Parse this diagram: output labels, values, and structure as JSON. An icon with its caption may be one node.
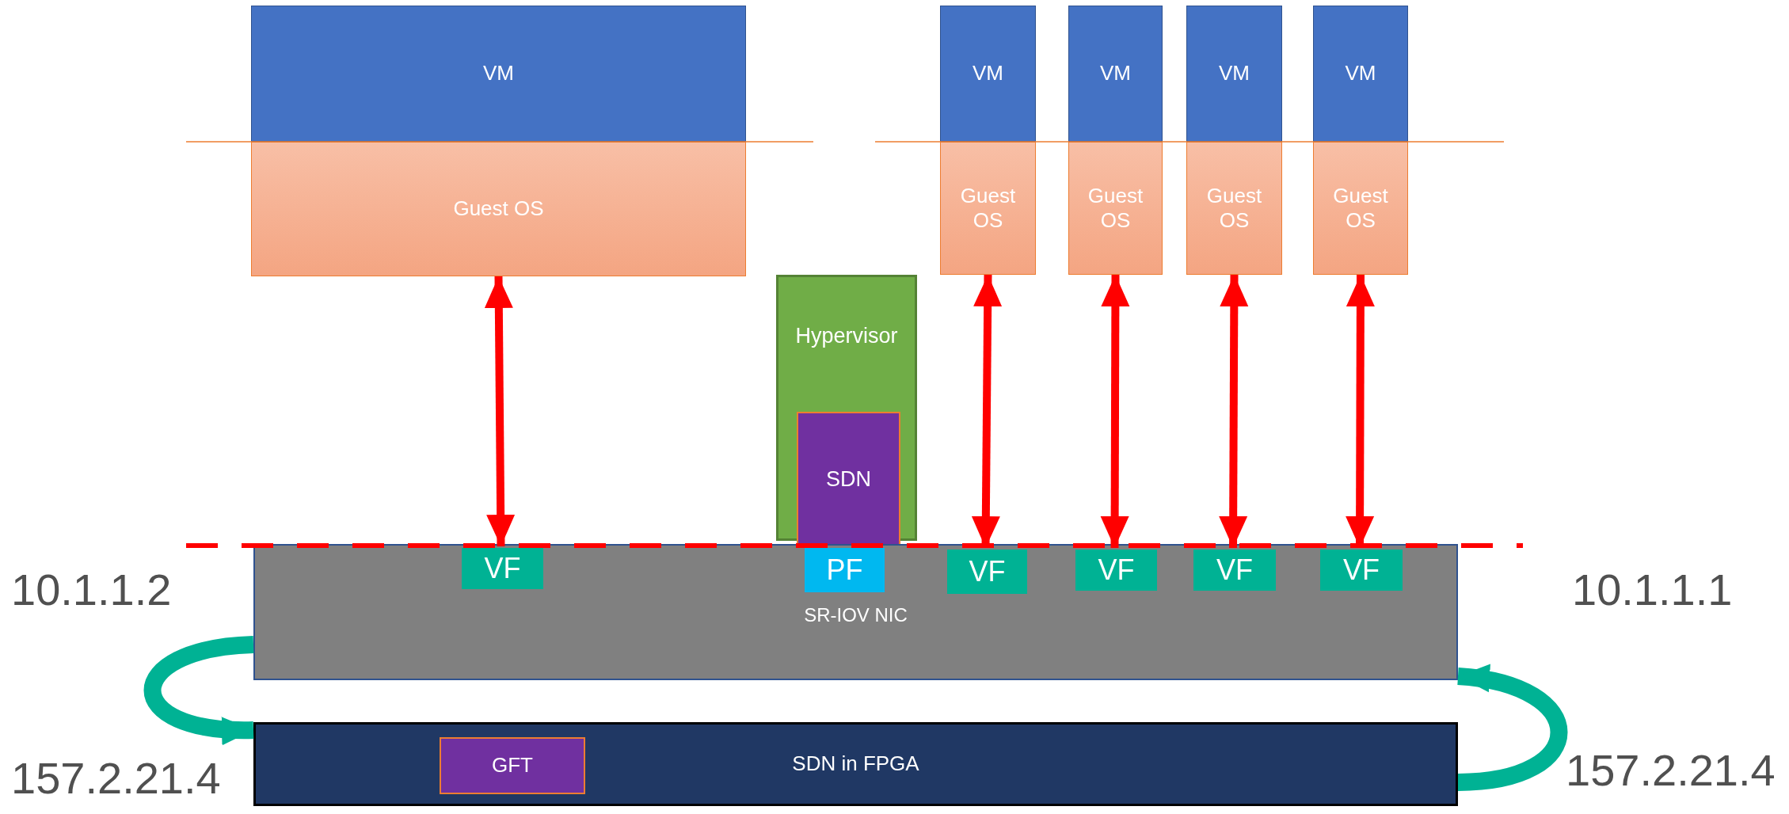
{
  "diagram": {
    "nodes": [
      {
        "text": [
          "VM"
        ]
      },
      {
        "text": [
          "Guest OS"
        ]
      },
      {
        "text": [
          "VM"
        ]
      },
      {
        "text": [
          "VM"
        ]
      },
      {
        "text": [
          "VM"
        ]
      },
      {
        "text": [
          "VM"
        ]
      },
      {
        "text": [
          "Guest OS"
        ]
      },
      {
        "text": [
          "Guest OS"
        ]
      },
      {
        "text": [
          "Guest OS"
        ]
      },
      {
        "text": [
          "Guest OS"
        ]
      },
      {
        "text": [
          "Hypervisor"
        ]
      },
      {
        "text": [
          "SDN"
        ],
        "in": 10
      },
      {
        "text": [
          "SR-IOV NIC"
        ]
      },
      {
        "text": [
          "VF"
        ],
        "in": 12
      },
      {
        "text": [
          "PF"
        ],
        "in": 12
      },
      {
        "text": [
          "VF"
        ],
        "in": 12
      },
      {
        "text": [
          "VF"
        ],
        "in": 12
      },
      {
        "text": [
          "VF"
        ],
        "in": 12
      },
      {
        "text": [
          "VF"
        ],
        "in": 12
      },
      {
        "text": [
          "SDN in FPGA"
        ]
      },
      {
        "text": [
          "GFT"
        ],
        "in": 19
      }
    ],
    "edges": [
      {
        "from": 1,
        "to": 13,
        "arrow": "both"
      },
      {
        "from": 6,
        "to": 15,
        "arrow": "both"
      },
      {
        "from": 7,
        "to": 16,
        "arrow": "both"
      },
      {
        "from": 8,
        "to": 17,
        "arrow": "both"
      },
      {
        "from": 9,
        "to": 18,
        "arrow": "both"
      },
      {
        "from": 12,
        "to": 19,
        "arrow": "to",
        "style": "thick",
        "color": "#00b294"
      },
      {
        "from": 19,
        "to": 12,
        "arrow": "to",
        "style": "thick",
        "color": "#00b294"
      }
    ],
    "labels": [
      "10.1.1.2",
      "10.1.1.1",
      "157.2.21.4",
      "157.2.21.4"
    ]
  }
}
